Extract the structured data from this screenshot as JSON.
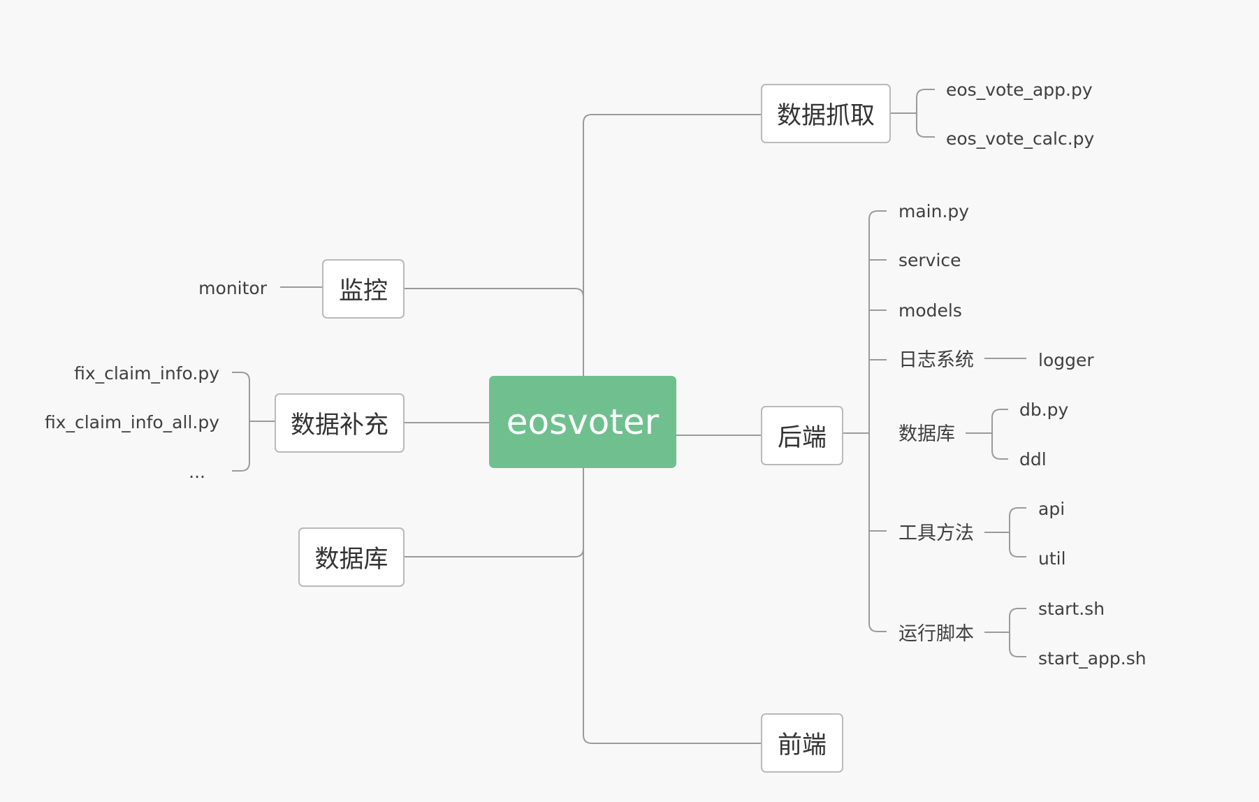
{
  "root": {
    "label": "eosvoter",
    "color": "#70c08f"
  },
  "right_branches": {
    "data_fetch": {
      "label": "数据抓取",
      "children": [
        "eos_vote_app.py",
        "eos_vote_calc.py"
      ]
    },
    "backend": {
      "label": "后端",
      "children": {
        "main": "main.py",
        "service": "service",
        "models": "models",
        "log_system": {
          "label": "日志系统",
          "children": [
            "logger"
          ]
        },
        "database": {
          "label": "数据库",
          "children": [
            "db.py",
            "ddl"
          ]
        },
        "tools": {
          "label": "工具方法",
          "children": [
            "api",
            "util"
          ]
        },
        "scripts": {
          "label": "运行脚本",
          "children": [
            "start.sh",
            "start_app.sh"
          ]
        }
      }
    },
    "frontend": {
      "label": "前端"
    }
  },
  "left_branches": {
    "monitor": {
      "label": "监控",
      "children": [
        "monitor"
      ]
    },
    "data_supplement": {
      "label": "数据补充",
      "children": [
        "fix_claim_info.py",
        "fix_claim_info_all.py",
        "..."
      ]
    },
    "database": {
      "label": "数据库"
    }
  }
}
